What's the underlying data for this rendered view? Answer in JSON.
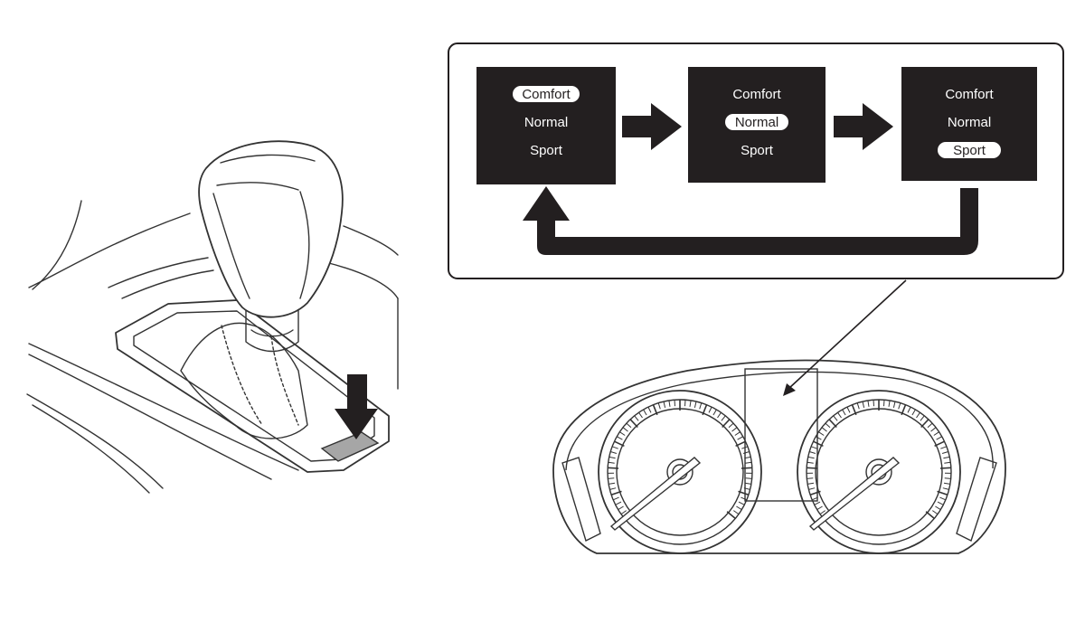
{
  "modes": [
    "Comfort",
    "Normal",
    "Sport"
  ],
  "screens": [
    {
      "selected": 0
    },
    {
      "selected": 1
    },
    {
      "selected": 2
    }
  ],
  "colors": {
    "ink": "#231f20",
    "paper": "#ffffff",
    "line": "#333333",
    "button_fill": "#a6a6a6"
  },
  "icons": {
    "press_arrow": "arrow-down-icon",
    "flow_arrow": "arrow-right-icon",
    "return_arrow": "return-loop-arrow-icon"
  }
}
